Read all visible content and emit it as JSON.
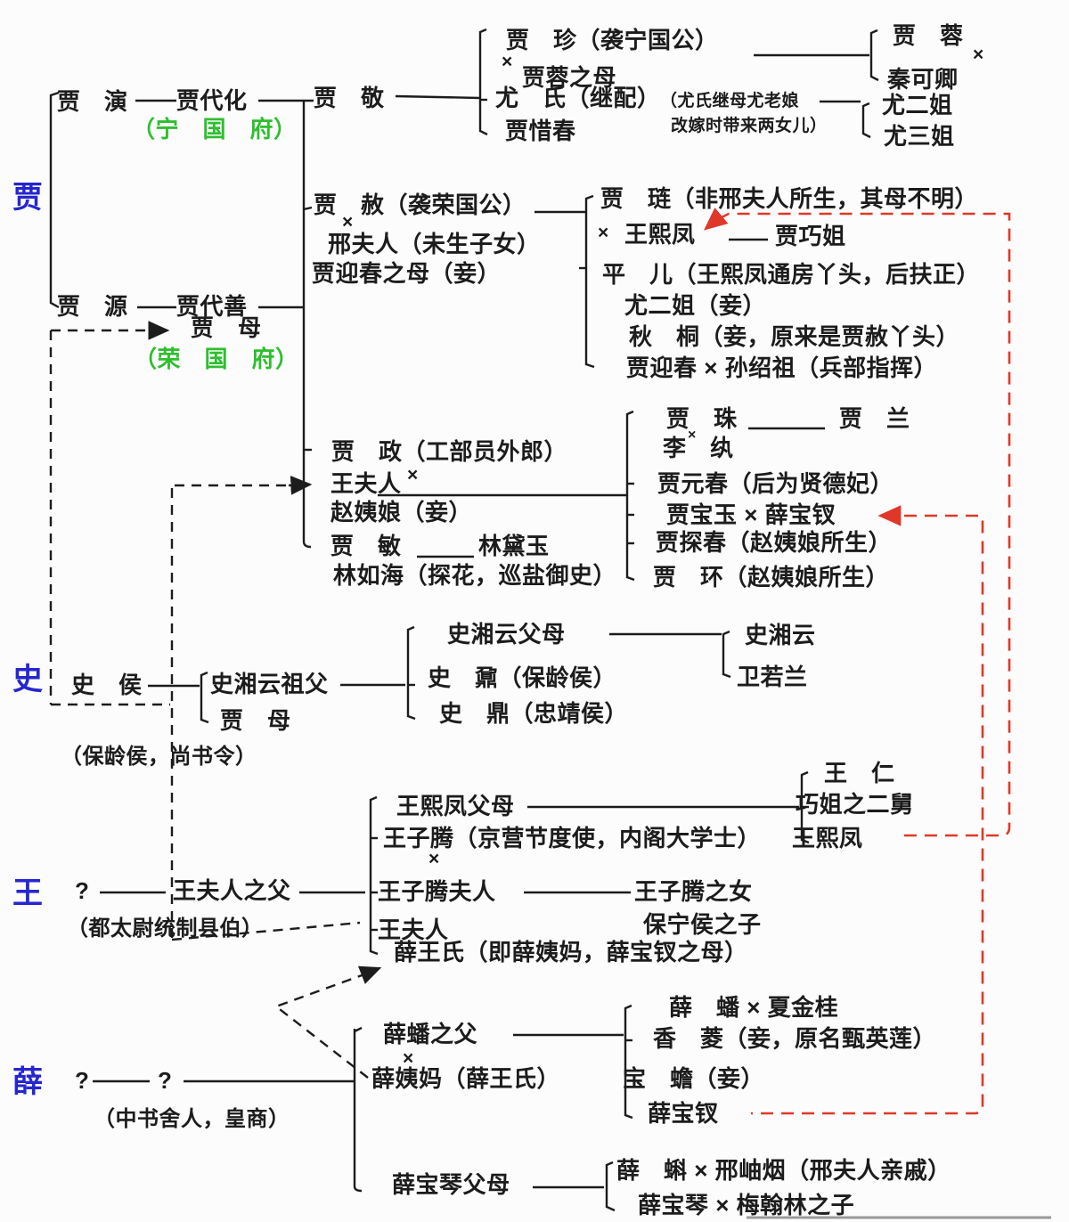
{
  "title": "红楼梦贾史王薛四大家族人物关系图",
  "colors": {
    "family_label_blue": "#2626cf",
    "estate_green": "#2fbe2f",
    "red_link": "#df3829",
    "line_black": "#1c1c1c"
  },
  "symbols": {
    "marriage": "×",
    "unknown": "?"
  },
  "families": {
    "jia": {
      "label": "贾",
      "estate_ning": "（宁　国　府）",
      "estate_rong": "（荣　国　府）",
      "nodes": {
        "jia_yan": "贾　演",
        "jia_daihua": "贾代化",
        "jia_jing": "贾　敬",
        "jia_zhen": "贾　珍（袭宁国公）",
        "jia_rong_zhi_mu": "贾蓉之母",
        "you_shi": "尤　氏（继配）",
        "you_shi_note1": "（尤氏继母尤老娘",
        "you_shi_note2": "改嫁时带来两女儿）",
        "jia_xichun": "贾惜春",
        "jia_rong": "贾　蓉",
        "qin_keqing": "秦可卿",
        "you_erjie": "尤二姐",
        "you_sanjie": "尤三姐",
        "jia_yuan": "贾　源",
        "jia_daishan": "贾代善",
        "jia_mu": "贾　母",
        "jia_she": "贾　赦（袭荣国公）",
        "xing_furen": "邢夫人（未生子女）",
        "jia_yingchun_zhi_mu": "贾迎春之母（妾）",
        "jia_lian": "贾　琏（非邢夫人所生，其母不明）",
        "wang_xifeng": "王熙凤",
        "jia_qiaojie": "贾巧姐",
        "ping_er": "平　儿（王熙凤通房丫头，后扶正）",
        "you_erjie_qie": "尤二姐（妾）",
        "qiu_tong": "秋　桐（妾，原来是贾赦丫头）",
        "jia_yingchun_row": "贾迎春 × 孙绍祖（兵部指挥）",
        "jia_zheng": "贾　政（工部员外郎）",
        "wang_furen": "王夫人",
        "zhao_yiniang": "赵姨娘（妾）",
        "jia_min": "贾　敏",
        "lin_daiyu": "林黛玉",
        "lin_ruhai": "林如海（探花，巡盐御史）",
        "jia_zhu": "贾　珠",
        "jia_lan": "贾　兰",
        "li_wan": "李　纨",
        "jia_yuanchun": "贾元春（后为贤德妃）",
        "jia_baoyu_row": "贾宝玉 × 薛宝钗",
        "jia_tanchun": "贾探春（赵姨娘所生）",
        "jia_huan": "贾　环（赵姨娘所生）"
      }
    },
    "shi": {
      "label": "史",
      "note": "（保龄侯，尚书令）",
      "nodes": {
        "shi_hou": "史　侯",
        "shi_xiangyun_zufu": "史湘云祖父",
        "jia_mu": "贾　母",
        "shi_xiangyun_fumu": "史湘云父母",
        "shi_nai": "史　鼐（保龄侯）",
        "shi_ding": "史　鼎（忠靖侯）",
        "shi_xiangyun": "史湘云",
        "wei_ruolan": "卫若兰"
      }
    },
    "wang": {
      "label": "王",
      "note": "（都太尉统制县伯）",
      "nodes": {
        "unknown": "?",
        "wang_furen_zhi_fu": "王夫人之父",
        "wang_xifeng_fumu": "王熙凤父母",
        "wang_ziteng": "王子腾（京营节度使，内阁大学士）",
        "wang_ziteng_furen": "王子腾夫人",
        "wang_ziteng_zhi_nv": "王子腾之女",
        "baoning_hou_zhi_zi": "保宁侯之子",
        "wang_furen": "王夫人",
        "xue_wang_shi": "薛王氏（即薛姨妈，薛宝钗之母）",
        "wang_ren": "王　仁",
        "qiaojie_zhi_er_jiu": "巧姐之二舅",
        "wang_xifeng": "王熙凤"
      }
    },
    "xue": {
      "label": "薛",
      "note": "（中书舍人，皇商）",
      "nodes": {
        "unknown1": "?",
        "unknown2": "?",
        "xue_pan_zhi_fu": "薛蟠之父",
        "xue_yima": "薛姨妈（薛王氏）",
        "xue_pan_row": "薛　蟠 × 夏金桂",
        "xiang_ling": "香　菱（妾，原名甄英莲）",
        "bao_chan": "宝　蟾（妾）",
        "xue_baochai": "薛宝钗",
        "xue_baoqin_fumu": "薛宝琴父母",
        "xue_ke_row": "薛　蝌 × 邢岫烟（邢夫人亲戚）",
        "xue_baoqin_row": "薛宝琴 × 梅翰林之子"
      }
    }
  }
}
